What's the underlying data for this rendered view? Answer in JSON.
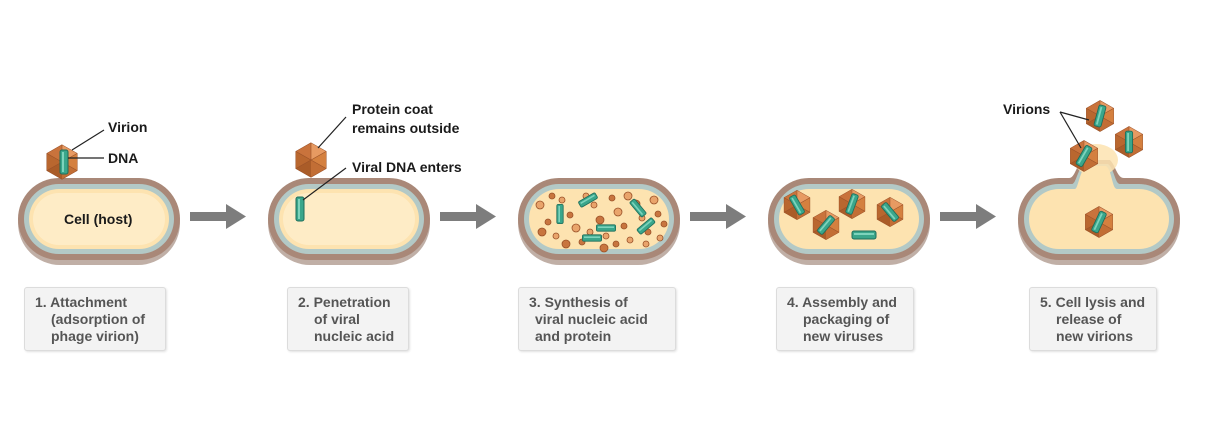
{
  "colors": {
    "cell_outer": "#8c6e5c",
    "cell_wall": "#b3c9c6",
    "cytoplasm": "#fde3b0",
    "capsid": "#d9844a",
    "dna": "#3aa68b",
    "arrow": "#7d7d7d"
  },
  "labels": {
    "virion": "Virion",
    "dna": "DNA",
    "cell_host": "Cell (host)",
    "protein_coat_line1": "Protein coat",
    "protein_coat_line2": "remains outside",
    "viral_dna_enters": "Viral DNA enters",
    "virions": "Virions"
  },
  "steps": [
    {
      "num": "1.",
      "lines": [
        "Attachment",
        "(adsorption of",
        "phage virion)"
      ]
    },
    {
      "num": "2.",
      "lines": [
        "Penetration",
        "of viral",
        "nucleic acid"
      ]
    },
    {
      "num": "3.",
      "lines": [
        "Synthesis of",
        "viral nucleic acid",
        "and protein"
      ]
    },
    {
      "num": "4.",
      "lines": [
        "Assembly and",
        "packaging of",
        "new viruses"
      ]
    },
    {
      "num": "5.",
      "lines": [
        "Cell lysis and",
        "release of",
        "new virions"
      ]
    }
  ]
}
